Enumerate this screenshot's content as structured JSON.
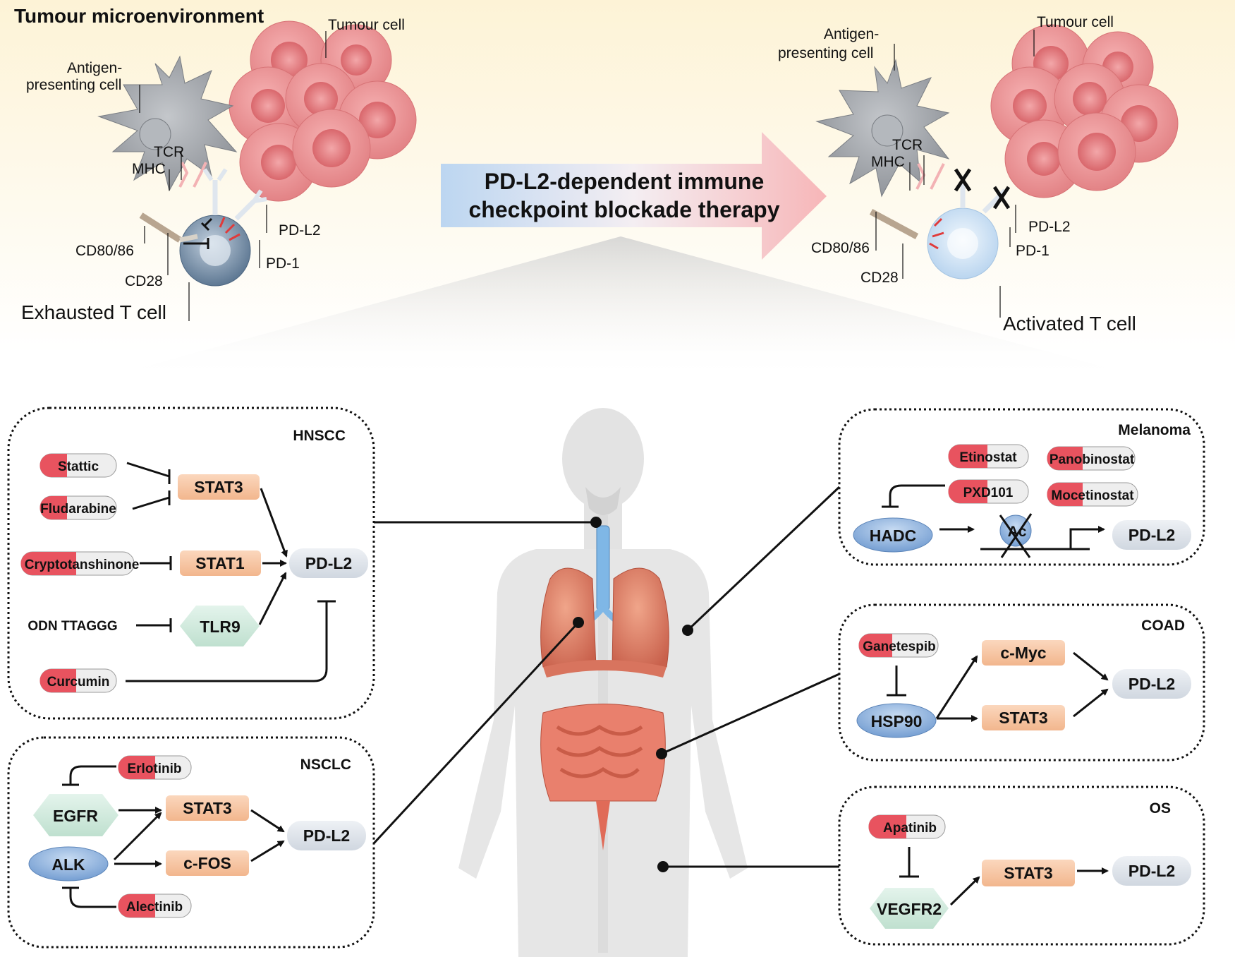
{
  "top": {
    "title": "Tumour microenvironment",
    "left": {
      "tumour_cell": "Tumour cell",
      "apc_line1": "Antigen-",
      "apc_line2": "presenting cell",
      "tcr": "TCR",
      "mhc": "MHC",
      "pdl2": "PD-L2",
      "pd1": "PD-1",
      "cd8086": "CD80/86",
      "cd28": "CD28",
      "tcell": "Exhausted T cell"
    },
    "arrow_line1": "PD-L2-dependent immune",
    "arrow_line2": "checkpoint blockade therapy",
    "right": {
      "tumour_cell": "Tumour cell",
      "apc_line1": "Antigen-",
      "apc_line2": "presenting cell",
      "tcr": "TCR",
      "mhc": "MHC",
      "pdl2": "PD-L2",
      "pd1": "PD-1",
      "cd8086": "CD80/86",
      "cd28": "CD28",
      "tcell": "Activated T cell"
    }
  },
  "hnscc": {
    "title": "HNSCC",
    "drugs": [
      "Stattic",
      "Fludarabine",
      "Cryptotanshinone",
      "ODN TTAGGG",
      "Curcumin"
    ],
    "stat3": "STAT3",
    "stat1": "STAT1",
    "tlr9": "TLR9",
    "pdl2": "PD-L2"
  },
  "nsclc": {
    "title": "NSCLC",
    "erlotinib": "Erlotinib",
    "alectinib": "Alectinib",
    "egfr": "EGFR",
    "alk": "ALK",
    "stat3": "STAT3",
    "cfos": "c-FOS",
    "pdl2": "PD-L2"
  },
  "melanoma": {
    "title": "Melanoma",
    "drugs": [
      "Etinostat",
      "Panobinostat",
      "PXD101",
      "Mocetinostat"
    ],
    "hadc": "HADC",
    "ac": "Ac",
    "pdl2": "PD-L2"
  },
  "coad": {
    "title": "COAD",
    "ganetespib": "Ganetespib",
    "hsp90": "HSP90",
    "cmyc": "c-Myc",
    "stat3": "STAT3",
    "pdl2": "PD-L2"
  },
  "os": {
    "title": "OS",
    "apatinib": "Apatinib",
    "vegfr2": "VEGFR2",
    "stat3": "STAT3",
    "pdl2": "PD-L2"
  },
  "colors": {
    "pill_red": "#e8535f",
    "pill_grey": "#eeeeee",
    "orange_box": "#f6c3a0",
    "grey_box": "#dde3ea",
    "green_hex": "#cfe9dc",
    "blue_oval": "#8fb3de",
    "tumour": "#e98a8c",
    "apc": "#9a9ea4",
    "exhausted_t": "#6f8aa6",
    "activated_t": "#cfe3f6"
  }
}
